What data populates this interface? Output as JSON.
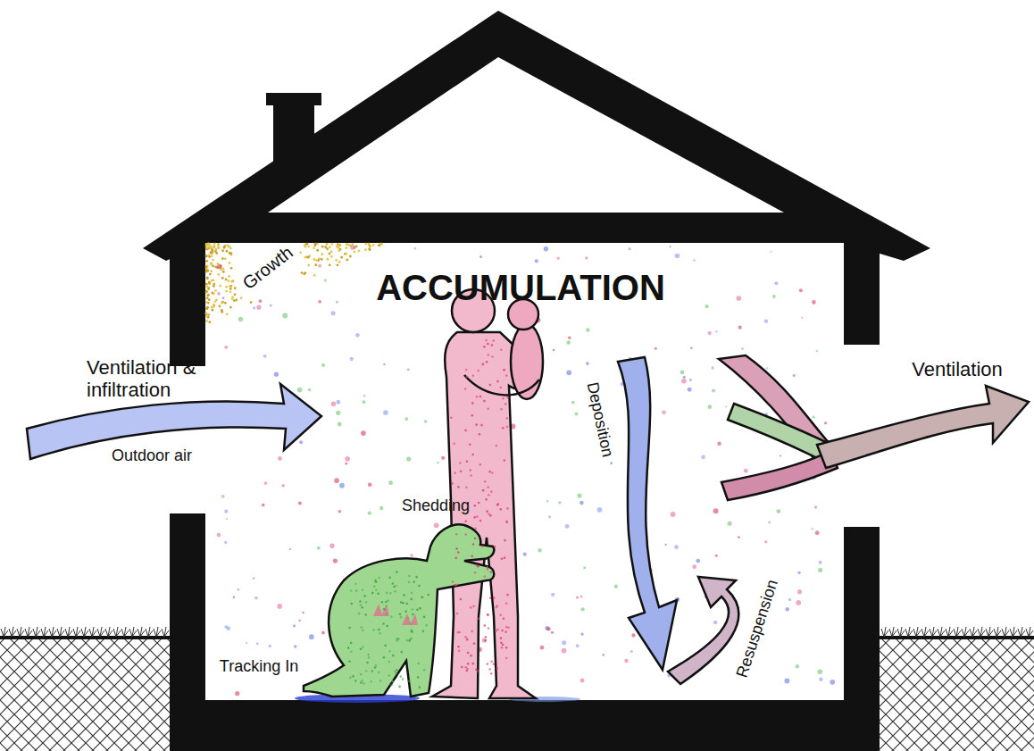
{
  "diagram": {
    "title": "ACCUMULATION",
    "labels": [
      "Growth",
      "Ventilation & infiltration",
      "Outdoor air",
      "Shedding",
      "Tracking In",
      "Deposition",
      "Resuspension",
      "Ventilation"
    ]
  }
}
